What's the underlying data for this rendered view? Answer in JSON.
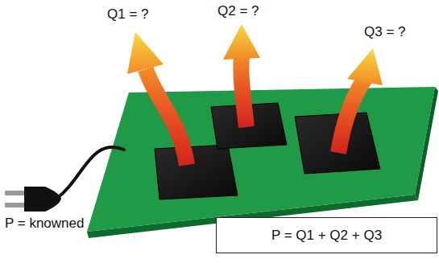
{
  "diagram": {
    "nodes": [
      {
        "text": [
          "P = Q1 + Q2 + Q3"
        ]
      }
    ],
    "labels": [
      "Q1 = ?",
      "Q2 = ?",
      "Q3 = ?",
      "P = knowned"
    ]
  }
}
